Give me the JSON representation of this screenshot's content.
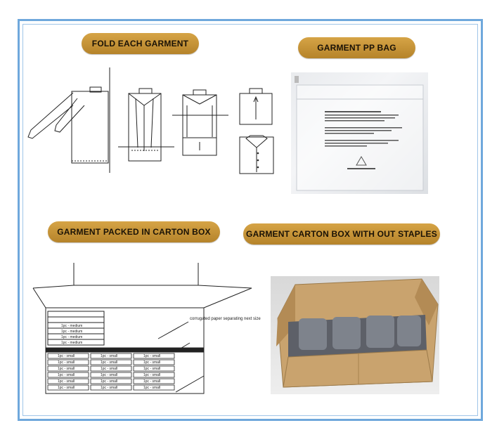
{
  "sections": {
    "fold": {
      "title": "FOLD EACH GARMENT"
    },
    "bag": {
      "title": "GARMENT PP BAG"
    },
    "packed": {
      "title": "GARMENT PACKED IN CARTON BOX",
      "annotation": "corrugated paper separating next size",
      "medium_label": "1pc - medium",
      "small_label": "1pc - small"
    },
    "carton": {
      "title": "GARMENT CARTON BOX WITH OUT STAPLES"
    }
  }
}
